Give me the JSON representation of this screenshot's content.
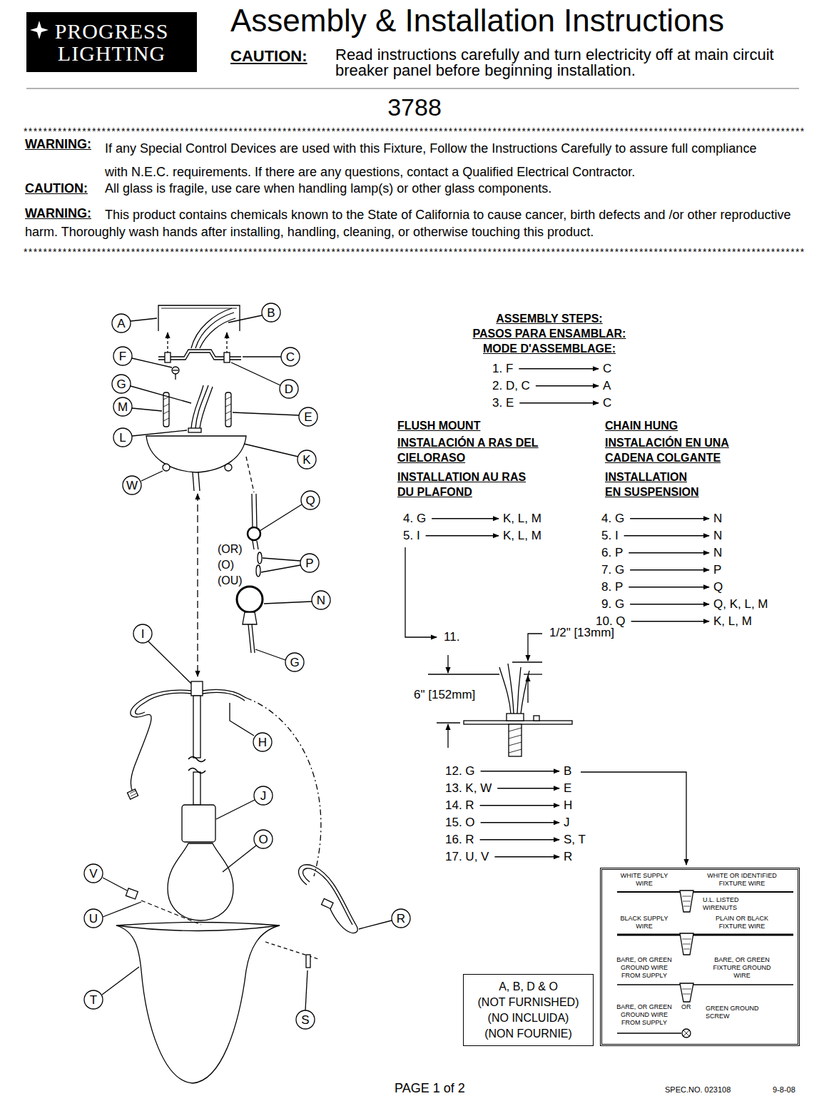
{
  "diagram": {
    "title": "Assembly & Installation Instructions",
    "nodes": [
      {
        "text": [
          "PROGRESS LIGHTING"
        ]
      },
      {
        "text": [
          "A"
        ]
      },
      {
        "text": [
          "B"
        ]
      },
      {
        "text": [
          "F"
        ]
      },
      {
        "text": [
          "C"
        ]
      },
      {
        "text": [
          "G"
        ]
      },
      {
        "text": [
          "D"
        ]
      },
      {
        "text": [
          "M"
        ]
      },
      {
        "text": [
          "E"
        ]
      },
      {
        "text": [
          "L"
        ]
      },
      {
        "text": [
          "K"
        ]
      },
      {
        "text": [
          "W"
        ]
      },
      {
        "text": [
          "Q"
        ]
      },
      {
        "text": [
          "P"
        ]
      },
      {
        "text": [
          "N"
        ]
      },
      {
        "text": [
          "I"
        ]
      },
      {
        "text": [
          "G"
        ]
      },
      {
        "text": [
          "H"
        ]
      },
      {
        "text": [
          "J"
        ]
      },
      {
        "text": [
          "O"
        ]
      },
      {
        "text": [
          "V"
        ]
      },
      {
        "text": [
          "U"
        ]
      },
      {
        "text": [
          "R"
        ]
      },
      {
        "text": [
          "T"
        ]
      },
      {
        "text": [
          "S"
        ]
      },
      {
        "text": [
          "WHITE SUPPLY WIRE",
          "WHITE OR IDENTIFIED FIXTURE WIRE",
          "U.L. LISTED WIRENUTS",
          "BLACK SUPPLY WIRE",
          "PLAIN OR BLACK FIXTURE WIRE",
          "BARE, OR GREEN GROUND WIRE FROM SUPPLY",
          "BARE, OR GREEN FIXTURE GROUND WIRE",
          "OR",
          "BARE, OR GREEN GROUND WIRE FROM SUPPLY",
          "GREEN GROUND SCREW"
        ]
      },
      {
        "text": [
          "A, B, D & O",
          "(NOT FURNISHED)",
          "(NO INCLUIDA)",
          "(NON FOURNIE)"
        ]
      }
    ],
    "labels": [
      "CAUTION:",
      "Read instructions carefully and turn electricity off at main circuit breaker panel before beginning installation.",
      "3788",
      "****************************************************************************************************************************************************************",
      "WARNING:",
      "If any Special Control Devices are used with this Fixture, Follow the Instructions Carefully to assure full compliance with N.E.C. requirements. If there are any questions, contact a Qualified Electrical Contractor.",
      "CAUTION:",
      "All glass is fragile, use care when handling lamp(s) or other glass components.",
      "WARNING:",
      "This product contains chemicals known to the State of California to cause cancer, birth defects and /or other reproductive harm. Thoroughly wash hands after installing, handling, cleaning, or otherwise touching this product.",
      "****************************************************************************************************************************************************************",
      "ASSEMBLY STEPS:",
      "PASOS PARA ENSAMBLAR:",
      "MODE D'ASSEMBLAGE:",
      "1. F",
      "C",
      "2. D, C",
      "A",
      "3. E",
      "C",
      "FLUSH MOUNT",
      "INSTALACIÓN A RAS DEL CIELORASO",
      "INSTALLATION AU RAS DU PLAFOND",
      "CHAIN HUNG",
      "INSTALACIÓN EN UNA CADENA COLGANTE",
      "INSTALLATION EN SUSPENSION",
      "4. G",
      "K, L, M",
      "5. I",
      "K, L, M",
      "4. G",
      "N",
      "5. I",
      "N",
      "6. P",
      "N",
      "7. G",
      "P",
      "8. P",
      "Q",
      "9. G",
      "Q, K, L, M",
      "10. Q",
      "K, L, M",
      "11.",
      "1/2\" [13mm]",
      "6\" [152mm]",
      "12. G",
      "B",
      "13. K, W",
      "E",
      "14. R",
      "H",
      "15. O",
      "J",
      "16. R",
      "S, T",
      "17. U, V",
      "R",
      "(OR)",
      "(O)",
      "(OU)",
      "PAGE 1 of 2",
      "SPEC.NO. 023108",
      "9-8-08"
    ]
  }
}
